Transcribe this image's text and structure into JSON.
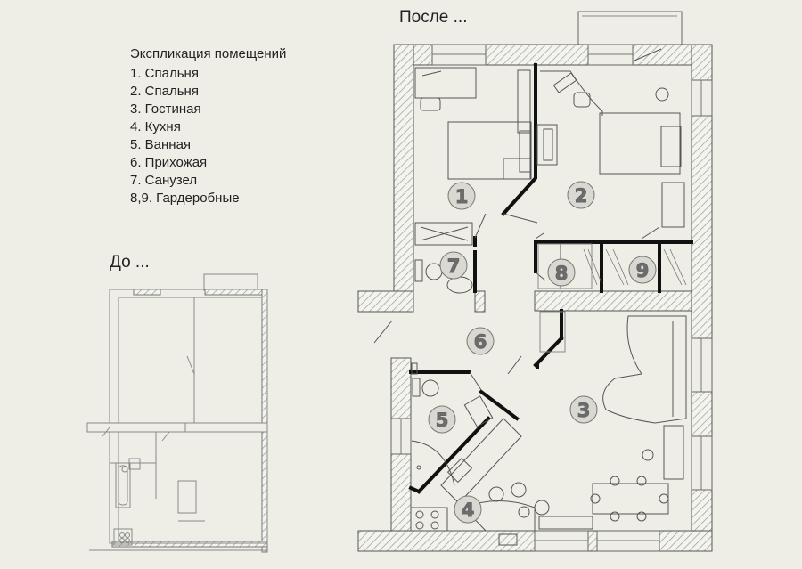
{
  "titles": {
    "after": "После ...",
    "before": "До ..."
  },
  "legend": {
    "heading": "Экспликация помещений",
    "items": [
      "1. Спальня",
      "2. Спальня",
      "3. Гостиная",
      "4. Кухня",
      "5. Ванная",
      "6. Прихожая",
      "7. Санузел",
      "8,9. Гардеробные"
    ]
  },
  "rooms": [
    "1",
    "2",
    "3",
    "4",
    "5",
    "6",
    "7",
    "8",
    "9"
  ],
  "colors": {
    "background": "#eeeee7",
    "wall_hatch": "#9a9a9a",
    "partition": "#111111",
    "badge": "#d9d9d2",
    "badge_text": "#6d6d6d"
  }
}
